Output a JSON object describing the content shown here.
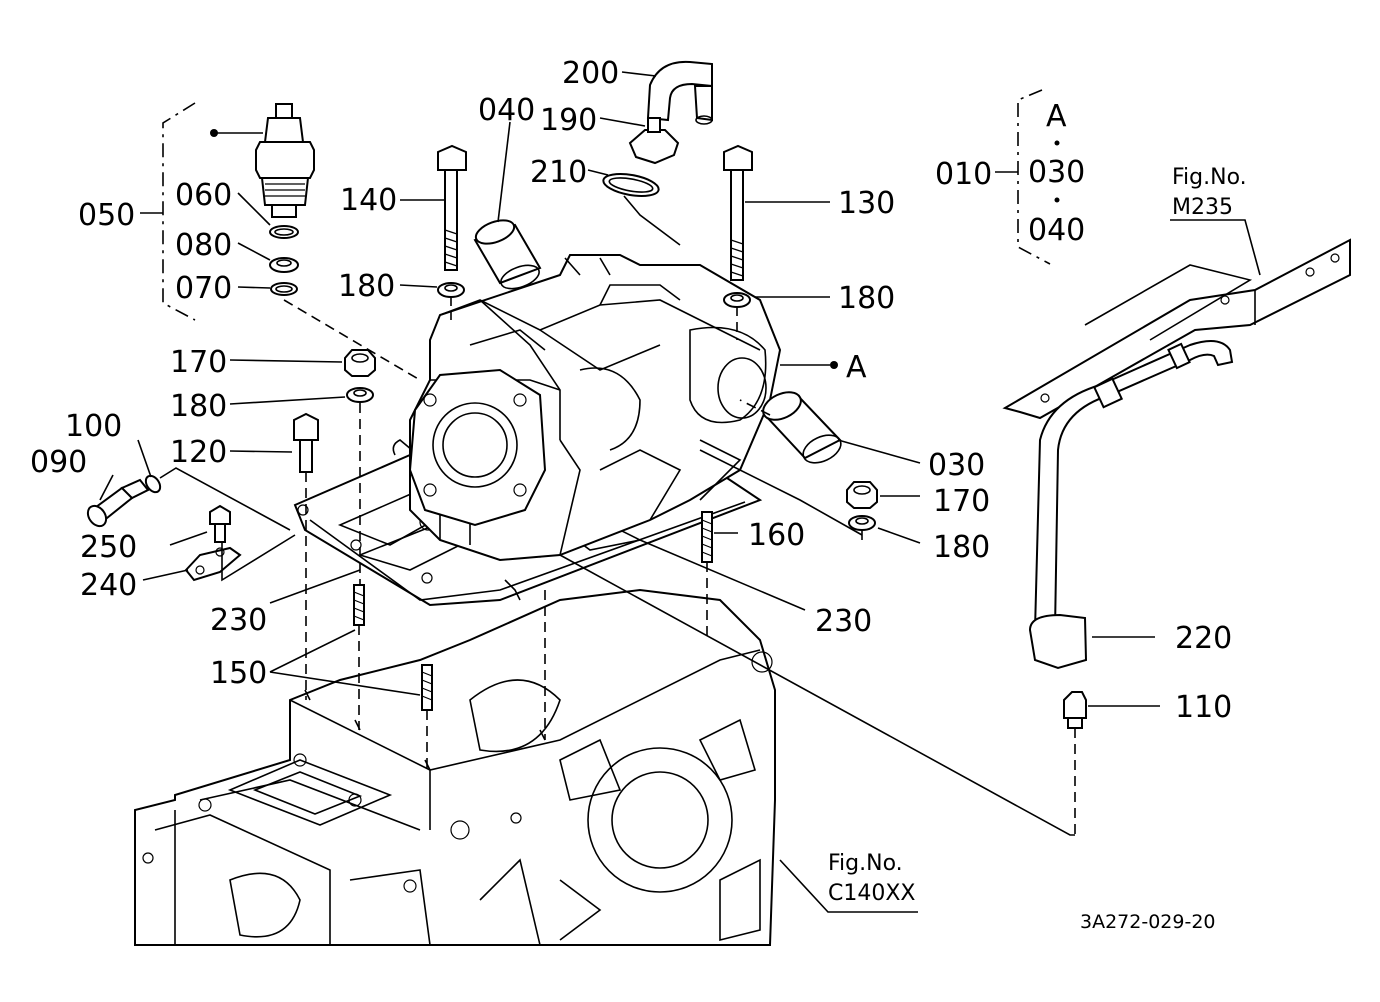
{
  "labels": {
    "p200": "200",
    "p040": "040",
    "p190": "190",
    "p210": "210",
    "p140": "140",
    "p130": "130",
    "p010": "010",
    "p030g": "030",
    "p040g": "040",
    "refA_group": "A",
    "p050": "050",
    "p060": "060",
    "p080": "080",
    "p070": "070",
    "p180a": "180",
    "p180b": "180",
    "p170a": "170",
    "p180c": "180",
    "refA_arrow": "A",
    "p100": "100",
    "p090": "090",
    "p120": "120",
    "p030": "030",
    "p170b": "170",
    "p180d": "180",
    "p250": "250",
    "p240": "240",
    "p160": "160",
    "p230a": "230",
    "p230b": "230",
    "p150": "150",
    "p220": "220",
    "p110": "110"
  },
  "fig_refs": {
    "m235_title": "Fig.No.",
    "m235_code": "M235",
    "c140_title": "Fig.No.",
    "c140_code": "C140XX"
  },
  "drawing_code": "3A272-029-20"
}
